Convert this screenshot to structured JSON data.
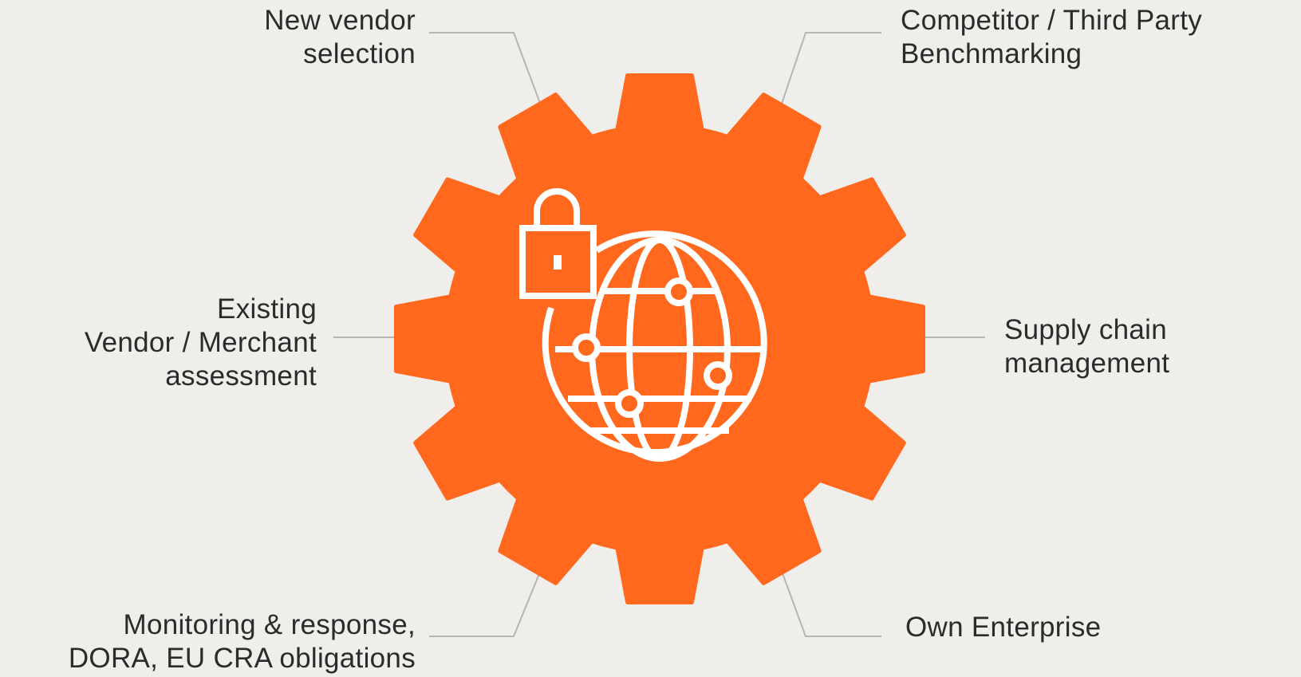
{
  "diagram": {
    "colors": {
      "background": "#f0eeeb",
      "gear": "#ff681d",
      "icon_stroke": "#ffffff",
      "connector": "#b5b5b5",
      "text": "#2b2b2b"
    },
    "center_icon": [
      "gear-icon",
      "padlock-icon",
      "globe-icon",
      "network-node-icon"
    ],
    "labels": {
      "new_vendor": [
        "New vendor",
        "selection"
      ],
      "competitor": [
        "Competitor / Third Party",
        "Benchmarking"
      ],
      "existing_vendor": [
        "Existing",
        "Vendor / Merchant",
        "assessment"
      ],
      "supply_chain": [
        "Supply chain",
        "management"
      ],
      "monitoring": [
        "Monitoring & response,",
        "DORA, EU CRA obligations"
      ],
      "own_enterprise": [
        "Own Enterprise"
      ]
    }
  }
}
